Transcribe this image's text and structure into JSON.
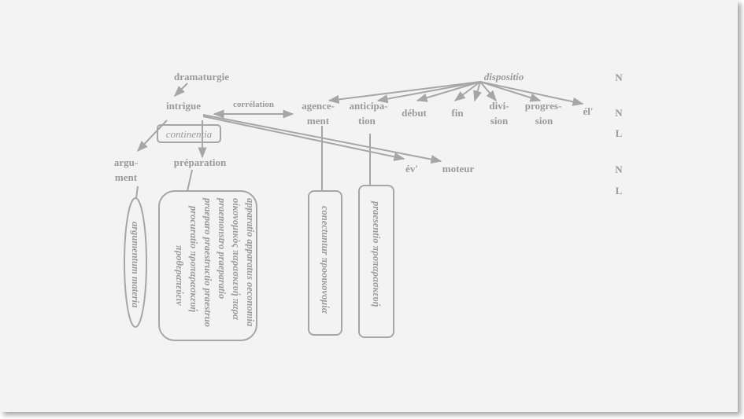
{
  "nodes": {
    "dramaturgie": "dramaturgie",
    "intrigue": "intrigue",
    "correlation": "corrélation",
    "agencement_1": "agence-",
    "agencement_2": "ment",
    "anticipation_1": "anticipa-",
    "anticipation_2": "tion",
    "debut": "début",
    "fin": "fin",
    "division_1": "divi-",
    "division_2": "sion",
    "progression_1": "progres-",
    "progression_2": "sion",
    "el": "él'",
    "dispositio": "dispositio",
    "continentia": "continentia",
    "argument_1": "argu-",
    "argument_2": "ment",
    "preparation": "préparation",
    "ev": "év'",
    "moteur": "moteur"
  },
  "row_markers": [
    "N",
    "N",
    "L",
    "N",
    "L"
  ],
  "vertical_boxes": {
    "argumentum": [
      "argumentum materia"
    ],
    "preparation_terms": [
      "apparatio apparatus oeconomia",
      "οἰκονομικὸς παρασκευή παρα",
      "praemonstro praeparatio",
      "praeparo praestructio praestruo",
      "procuratio προπαρασκευή",
      "προθεραπεύειν"
    ],
    "agencement_terms": [
      "conectuntur προοικονομία"
    ],
    "anticipation_terms": [
      "praesentio προπαρασκευή"
    ]
  },
  "colors": {
    "ink": "#9a9a9a",
    "line": "#a6a6a6",
    "panel": "#f3f3f3"
  }
}
